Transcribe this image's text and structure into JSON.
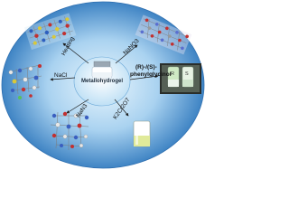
{
  "center": {
    "title": "Metallohydrogel"
  },
  "stimuli": [
    {
      "id": "heating",
      "label": "Heating"
    },
    {
      "id": "nano3",
      "label": "NaNO3"
    },
    {
      "id": "nacl",
      "label": "NaCl"
    },
    {
      "id": "nan3",
      "label": "NaN3"
    },
    {
      "id": "k2cr2o7",
      "label": "K2Cr2O7"
    },
    {
      "id": "phenylglycinol",
      "label_line1": "(R)-/(S)-",
      "label_line2": "phenylglycinol"
    }
  ],
  "vial_labels": {
    "left": "R",
    "right": "S"
  },
  "colors": {
    "ellipse_outer": "#3f84c4",
    "ellipse_inner": "#a9d2f0",
    "center_disc": "#dff0fb",
    "vial_gel": "#cfeac4",
    "k2cr2o7_gel": "#e0ea9a"
  }
}
